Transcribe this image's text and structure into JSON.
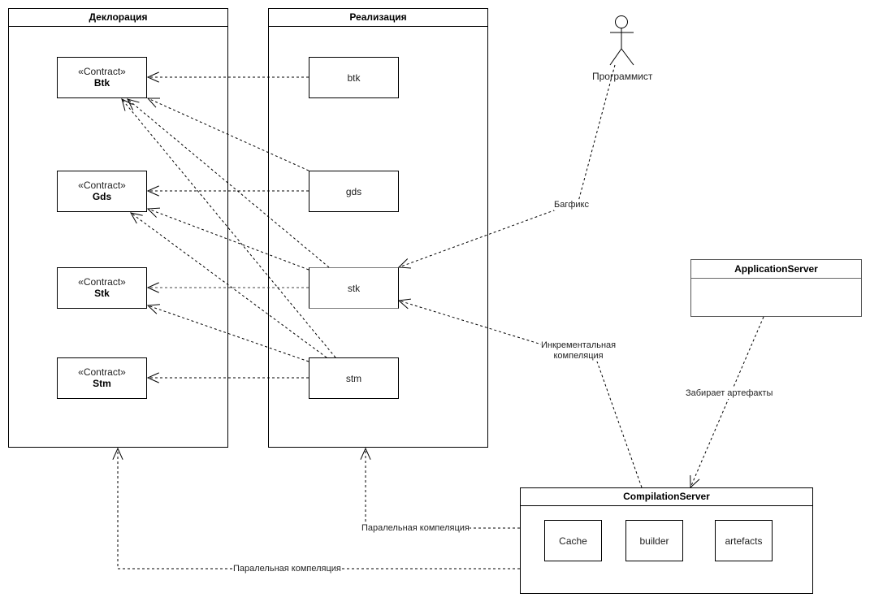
{
  "packages": {
    "declaration": {
      "title": "Деклорация"
    },
    "implementation": {
      "title": "Реализация"
    },
    "application_server": {
      "title": "ApplicationServer"
    },
    "compilation_server": {
      "title": "CompilationServer"
    }
  },
  "contracts": [
    {
      "stereotype": "«Contract»",
      "name": "Btk"
    },
    {
      "stereotype": "«Contract»",
      "name": "Gds"
    },
    {
      "stereotype": "«Contract»",
      "name": "Stk"
    },
    {
      "stereotype": "«Contract»",
      "name": "Stm"
    }
  ],
  "implementations": [
    {
      "name": "btk"
    },
    {
      "name": "gds"
    },
    {
      "name": "stk"
    },
    {
      "name": "stm"
    }
  ],
  "compilation_components": [
    {
      "name": "Cache"
    },
    {
      "name": "builder"
    },
    {
      "name": "artefacts"
    }
  ],
  "actor": {
    "name": "Программист"
  },
  "edge_labels": {
    "bugfix": "Багфикс",
    "incremental_line1": "Инкрементальная",
    "incremental_line2": "компеляция",
    "takes_artifacts": "Забирает артефакты",
    "parallel_impl": "Паралельная компеляция",
    "parallel_decl": "Паралельная компеляция"
  },
  "relations": [
    {
      "from": "btk",
      "to": "Btk",
      "type": "dependency"
    },
    {
      "from": "gds",
      "to": "Gds",
      "type": "dependency"
    },
    {
      "from": "stk",
      "to": "Stk",
      "type": "dependency"
    },
    {
      "from": "stm",
      "to": "Stm",
      "type": "dependency"
    },
    {
      "from": "gds",
      "to": "Btk",
      "type": "dependency"
    },
    {
      "from": "stk",
      "to": "Btk",
      "type": "dependency"
    },
    {
      "from": "stk",
      "to": "Gds",
      "type": "dependency"
    },
    {
      "from": "stm",
      "to": "Btk",
      "type": "dependency"
    },
    {
      "from": "stm",
      "to": "Gds",
      "type": "dependency"
    },
    {
      "from": "stm",
      "to": "Stk",
      "type": "dependency"
    },
    {
      "from": "Программист",
      "to": "stk",
      "type": "dependency",
      "label": "Багфикс"
    },
    {
      "from": "CompilationServer",
      "to": "stk",
      "type": "dependency",
      "label": "Инкрементальная компеляция"
    },
    {
      "from": "ApplicationServer",
      "to": "CompilationServer",
      "type": "dependency",
      "label": "Забирает артефакты"
    },
    {
      "from": "CompilationServer",
      "to": "Реализация",
      "type": "dependency",
      "label": "Паралельная компеляция"
    },
    {
      "from": "CompilationServer",
      "to": "Деклорация",
      "type": "dependency",
      "label": "Паралельная компеляция"
    }
  ]
}
